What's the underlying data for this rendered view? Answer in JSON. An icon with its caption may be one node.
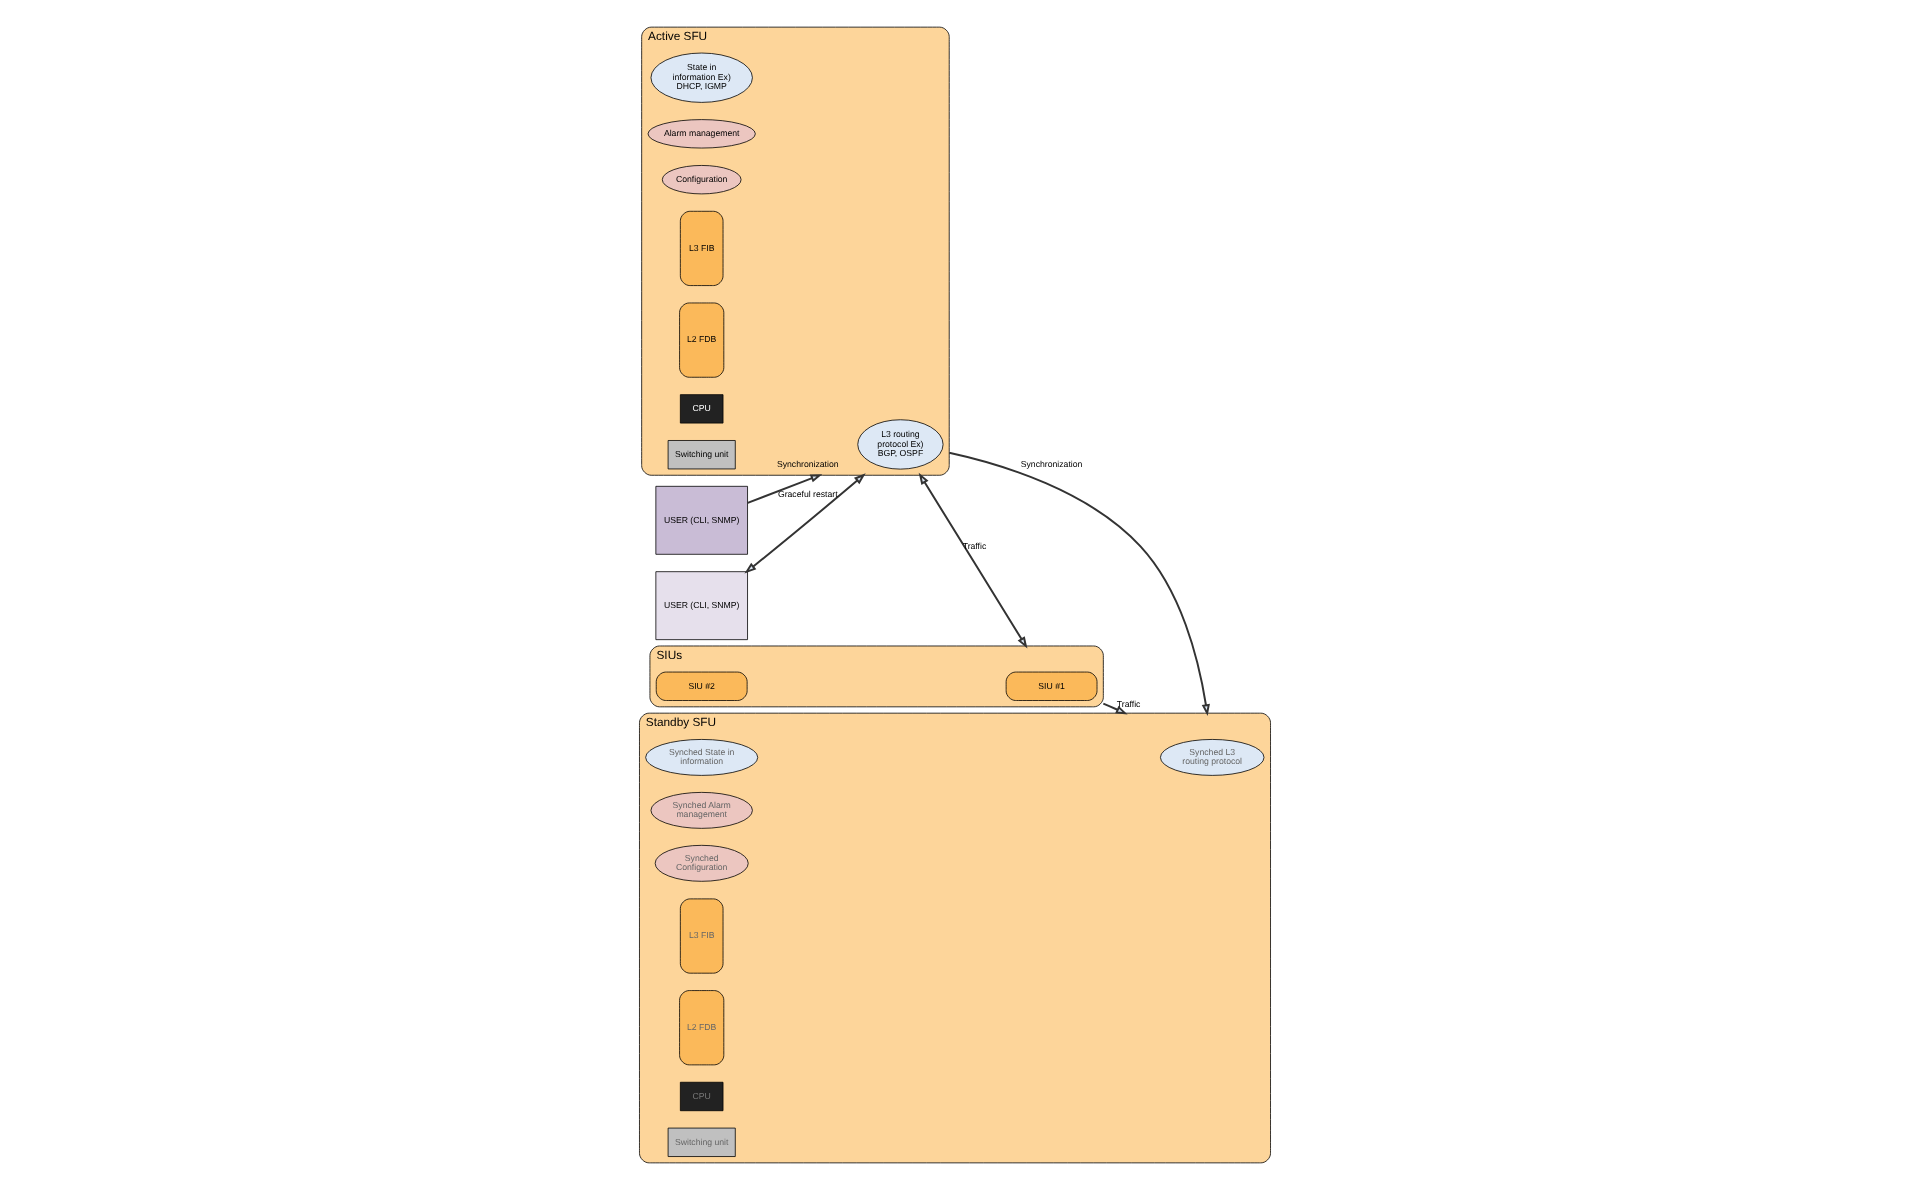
{
  "diagram": {
    "nodes": [
      {
        "text": [
          "USER (CLI, SNMP)"
        ]
      },
      {
        "text": [
          "USER (CLI, SNMP)"
        ]
      },
      {
        "text": [
          "Active SFU"
        ]
      },
      {
        "text": [
          "L3 routing protocol Ex) BGP, OSPF"
        ],
        "in": 2
      },
      {
        "text": [
          "State in information Ex) DHCP, IGMP"
        ],
        "in": 2
      },
      {
        "text": [
          "Alarm management"
        ],
        "in": 2
      },
      {
        "text": [
          "Configuration"
        ],
        "in": 2
      },
      {
        "text": [
          "L3 FIB"
        ],
        "in": 2
      },
      {
        "text": [
          "L2 FDB"
        ],
        "in": 2
      },
      {
        "text": [
          "CPU"
        ],
        "in": 2
      },
      {
        "text": [
          "Switching unit"
        ],
        "in": 2
      },
      {
        "text": [
          "Standby SFU"
        ]
      },
      {
        "text": [
          "Synched L3 routing protocol"
        ],
        "in": 11
      },
      {
        "text": [
          "Synched State in information"
        ],
        "in": 11
      },
      {
        "text": [
          "Synched Alarm management"
        ],
        "in": 11
      },
      {
        "text": [
          "Synched Configuration"
        ],
        "in": 11
      },
      {
        "text": [
          "L3 FIB"
        ],
        "in": 11
      },
      {
        "text": [
          "L2 FDB"
        ],
        "in": 11
      },
      {
        "text": [
          "CPU"
        ],
        "in": 11
      },
      {
        "text": [
          "Switching unit"
        ],
        "in": 11
      },
      {
        "text": [
          "SIUs"
        ]
      },
      {
        "text": [
          "SIU #1"
        ],
        "in": 20
      },
      {
        "text": [
          "SIU #2"
        ],
        "in": 20
      }
    ],
    "edges": [
      {
        "from": 0,
        "to": 2,
        "arrow": "both",
        "label": "Graceful restart"
      },
      {
        "from": 1,
        "to": 2,
        "arrow": "to",
        "label": "Synchronization"
      },
      {
        "from": 2,
        "to": 11,
        "arrow": "to",
        "label": "Synchronization"
      },
      {
        "from": 2,
        "to": 20,
        "arrow": "both",
        "label": "Traffic"
      },
      {
        "from": 20,
        "to": 11,
        "arrow": "to",
        "label": "Traffic"
      }
    ]
  }
}
